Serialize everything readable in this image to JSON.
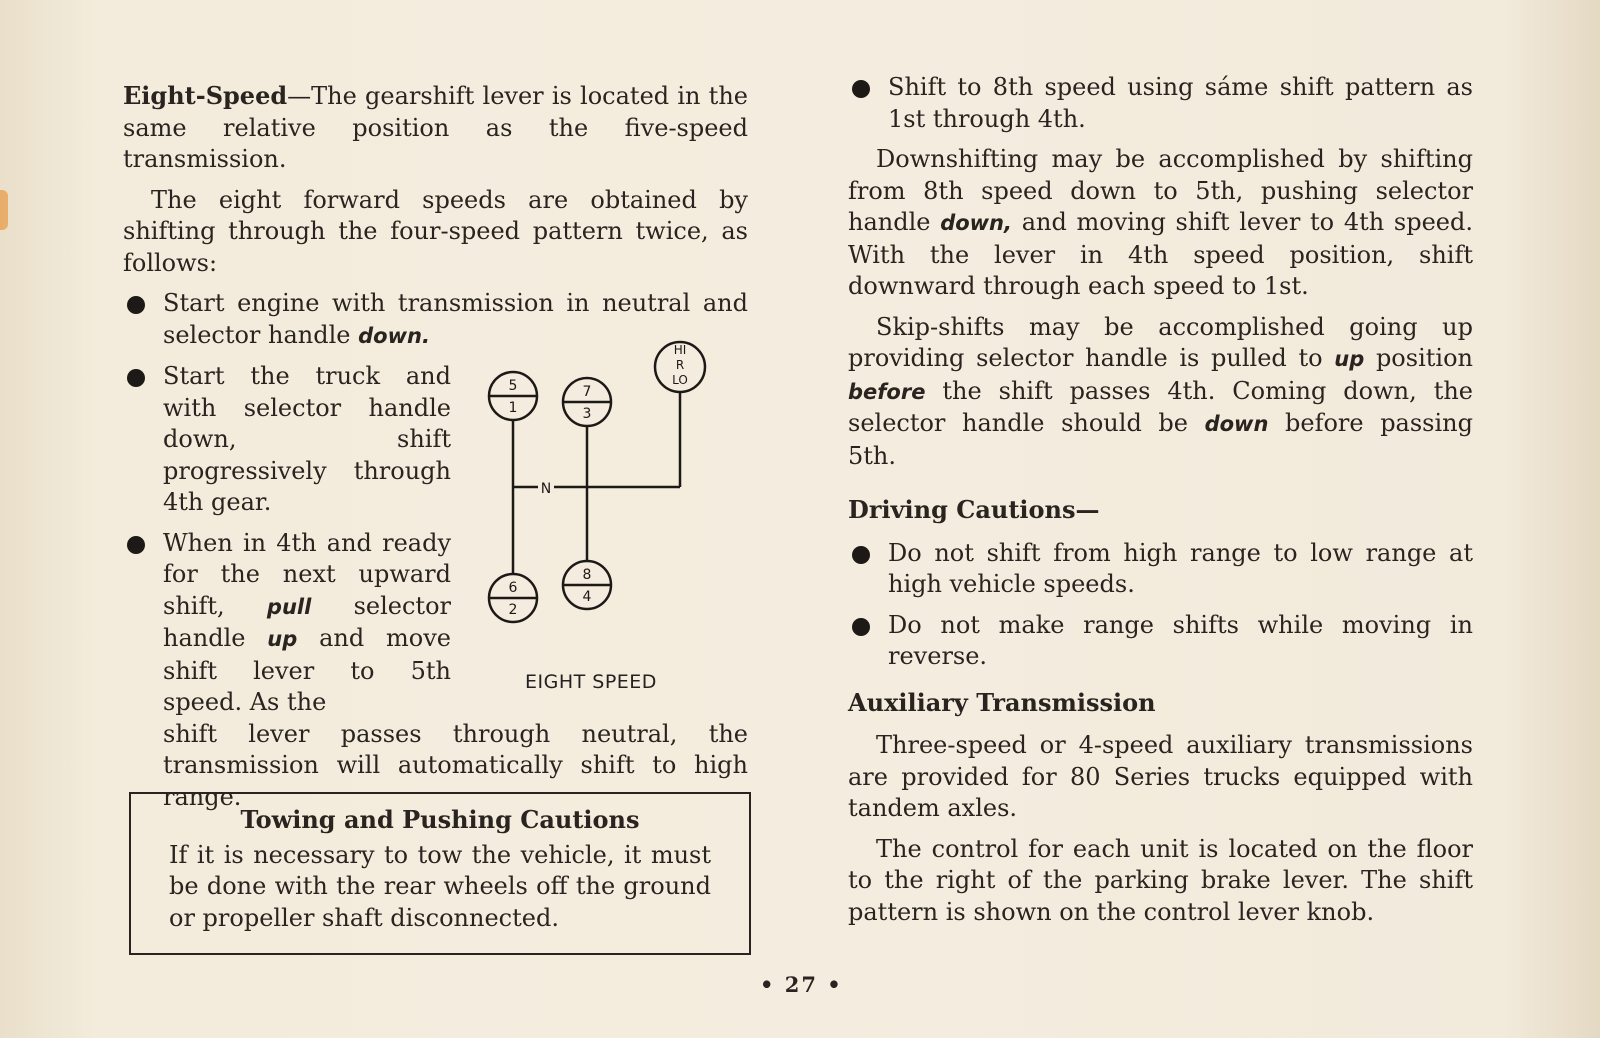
{
  "left": {
    "p1_strong": "Eight-Speed",
    "p1_rest": "—The gearshift lever is located in the same relative position as the five-speed transmission.",
    "p2": "The eight forward speeds are obtained by shifting through the four-speed pattern twice, as follows:",
    "b1_text": "Start engine with transmission in neutral and selector handle ",
    "b1_emph": "down.",
    "b2": "Start the truck and with selector handle down, shift progressively through 4th gear.",
    "b3_a": "When in 4th and ready for the next upward shift, ",
    "b3_pull": "pull",
    "b3_b": " selector handle ",
    "b3_up": "up",
    "b3_c": " and move shift lever to 5th speed. As the",
    "b3_d": "shift lever passes through neutral, the transmission will automatically shift to high range."
  },
  "diagram": {
    "caption": "EIGHT SPEED",
    "g1_top": "5",
    "g1_bot": "1",
    "g2_top": "7",
    "g2_bot": "3",
    "g3_top": "6",
    "g3_bot": "2",
    "g4_top": "8",
    "g4_bot": "4",
    "neutral": "N",
    "range_hi": "HI",
    "range_r": "R",
    "range_lo": "LO"
  },
  "towing": {
    "title": "Towing and Pushing Cautions",
    "body": "If it is necessary to tow the vehicle, it must be done with the rear wheels off the ground or propeller shaft disconnected."
  },
  "right": {
    "b4": "Shift to 8th speed using sáme shift pattern as 1st through 4th.",
    "p3_a": "Downshifting may be accomplished by shifting from 8th speed down to 5th, pushing selector handle ",
    "p3_down": "down,",
    "p3_b": " and moving shift lever to 4th speed. With the lever in 4th speed position, shift downward through each speed to 1st.",
    "p4_a": "Skip-shifts may be accomplished going up providing selector handle is pulled to ",
    "p4_up": "up",
    "p4_b": " position ",
    "p4_before": "before",
    "p4_c": " the shift passes 4th. Coming down, the selector handle should be ",
    "p4_down": "down",
    "p4_d": " before passing 5th.",
    "h_driving": "Driving Cautions—",
    "b5": "Do not shift from high range to low range at high vehicle speeds.",
    "b6": "Do not make range shifts while moving in reverse.",
    "h_aux": "Auxiliary Transmission",
    "p5": "Three-speed or 4-speed auxiliary transmissions are provided for 80 Series trucks equipped with tandem axles.",
    "p6": "The control for each unit is located on the floor to the right of the parking brake lever. The shift pattern is shown on the control lever knob."
  },
  "page_number": "• 27 •"
}
